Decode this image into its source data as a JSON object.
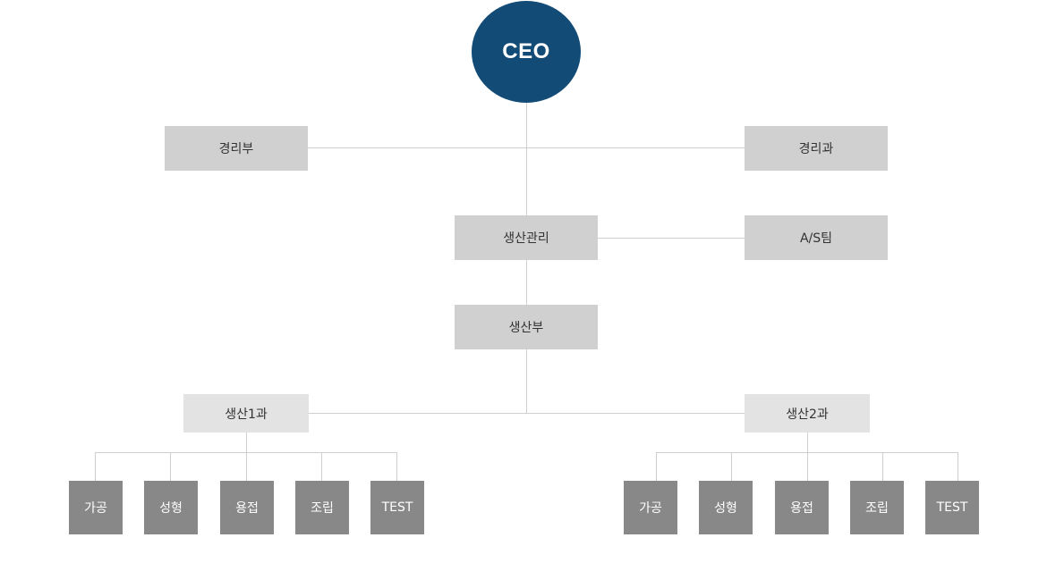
{
  "org_chart": {
    "ceo": "CEO",
    "management_dept": "경리부",
    "management_section": "경리과",
    "production_management": "생산관리",
    "as_team": "A/S팀",
    "production_dept": "생산부",
    "production_1": {
      "label": "생산1과",
      "teams": [
        "가공",
        "성형",
        "용접",
        "조립",
        "TEST"
      ]
    },
    "production_2": {
      "label": "생산2과",
      "teams": [
        "가공",
        "성형",
        "용접",
        "조립",
        "TEST"
      ]
    }
  },
  "colors": {
    "ceo_circle": "#124b76",
    "mid_box": "#d0d0d0",
    "light_box": "#e3e3e3",
    "team_box": "#888888",
    "connector": "#cfcfcf"
  }
}
